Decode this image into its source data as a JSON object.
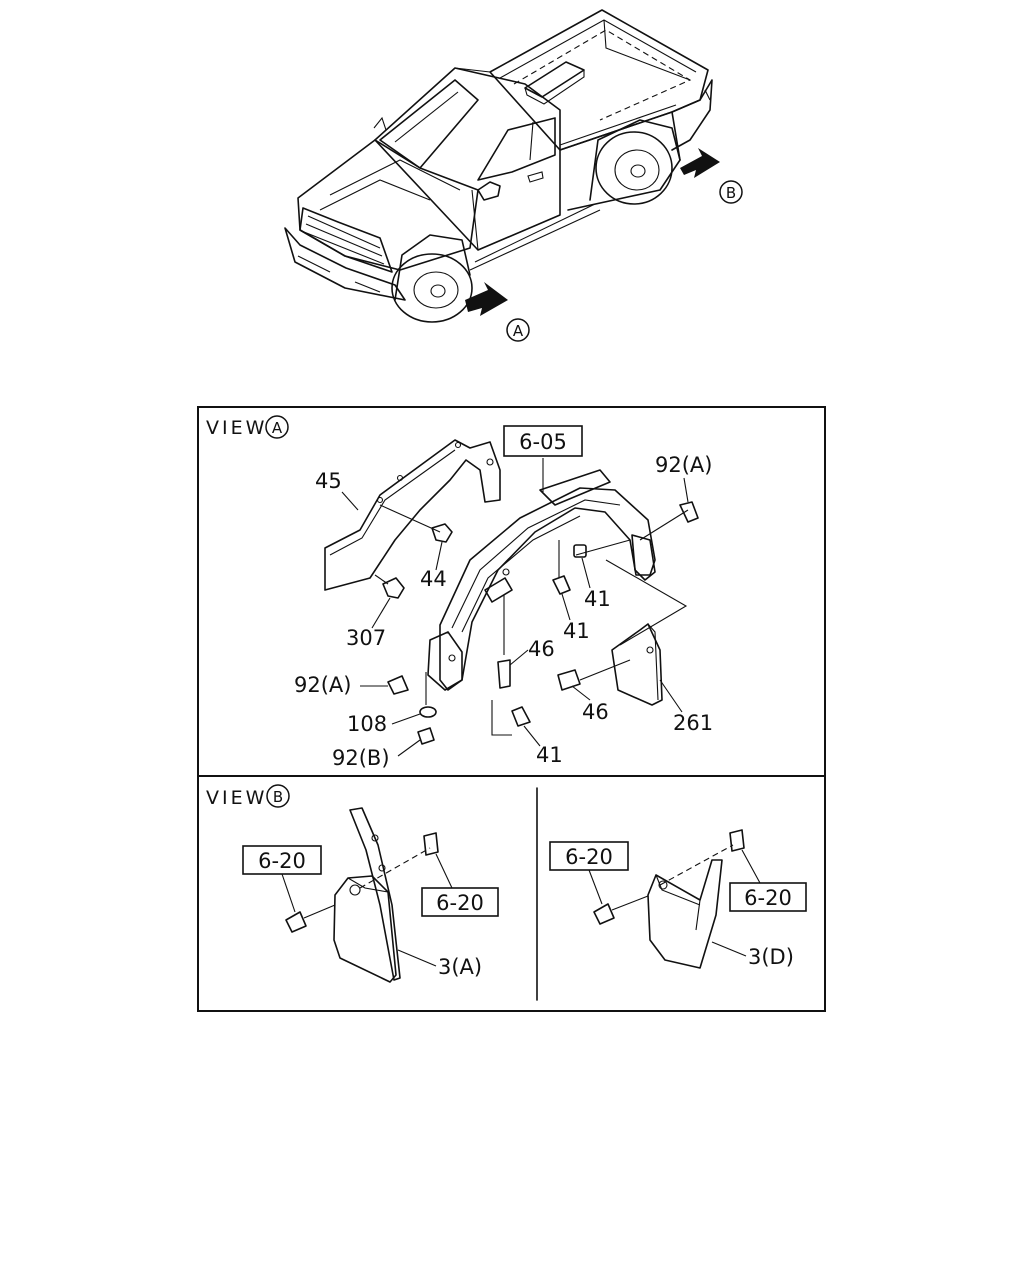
{
  "overview": {
    "marker_a": "A",
    "marker_b": "B"
  },
  "view_a": {
    "heading": "VIEW",
    "marker": "A",
    "ref_box": "6-05",
    "labels": {
      "p45": "45",
      "p44": "44",
      "p307": "307",
      "p92a_left": "92(A)",
      "p92a_right": "92(A)",
      "p108": "108",
      "p92b": "92(B)",
      "p46_top": "46",
      "p46_bottom": "46",
      "p41_top": "41",
      "p41_mid": "41",
      "p41_bottom": "41",
      "p261": "261"
    }
  },
  "view_b": {
    "heading": "VIEW",
    "marker": "B",
    "left": {
      "ref_box_bolt": "6-20",
      "ref_box_clip": "6-20",
      "part_label": "3(A)"
    },
    "right": {
      "ref_box_bolt": "6-20",
      "ref_box_clip": "6-20",
      "part_label": "3(D)"
    }
  }
}
